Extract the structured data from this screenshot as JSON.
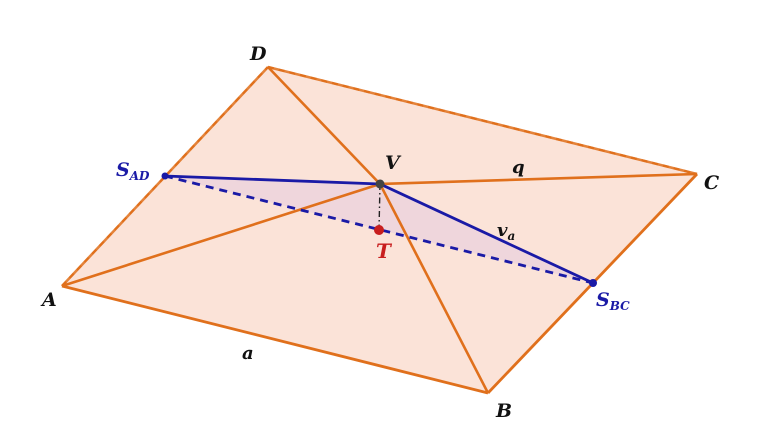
{
  "diagram": {
    "colors": {
      "edge": "#e0701c",
      "face_fill": "#fbe3d8",
      "shadow_fill": "#ecd3dd",
      "blue": "#1a1aa6",
      "red": "#c81e1e",
      "apex": "#444444",
      "text": "#111111"
    },
    "points": {
      "A": "A",
      "B": "B",
      "C": "C",
      "D": "D",
      "V": "V",
      "T": "T",
      "S_AD": {
        "base": "S",
        "sub": "AD"
      },
      "S_BC": {
        "base": "S",
        "sub": "BC"
      }
    },
    "edges": {
      "AB": "a",
      "VC_apothem": "q",
      "va": {
        "base": "v",
        "sub": "a"
      }
    }
  }
}
